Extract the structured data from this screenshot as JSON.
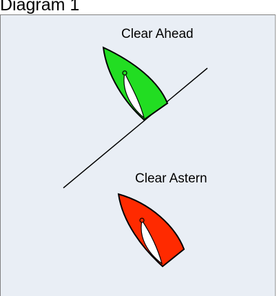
{
  "title": "Diagram 1",
  "labels": {
    "clear_ahead": "Clear Ahead",
    "clear_astern": "Clear Astern"
  },
  "colors": {
    "panel_background": "#e9eef5",
    "ahead_boat_fill": "#22dd22",
    "astern_boat_fill": "#ff2a00",
    "outline": "#000000",
    "sail_fill": "#ffffff"
  }
}
